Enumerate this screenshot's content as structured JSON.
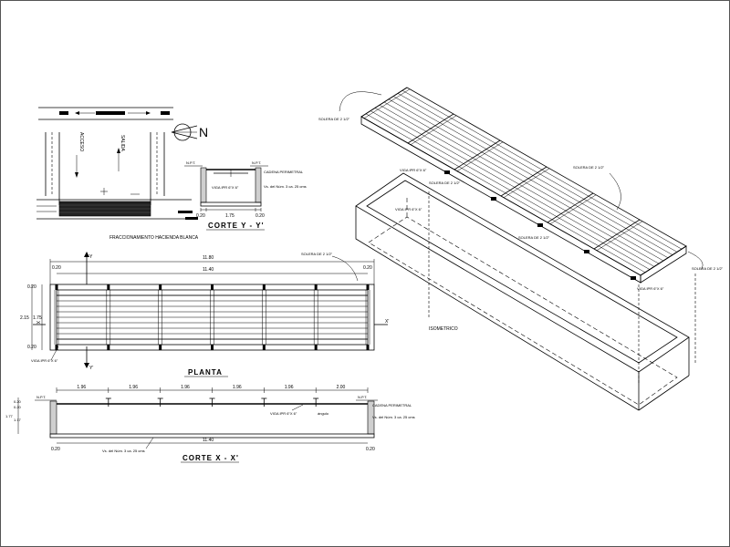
{
  "location": {
    "label_in": "ACCESO",
    "label_out": "SALIDA",
    "caption": "FRACCIONAMIENTO HACIENDA BLANCA",
    "north": "N"
  },
  "section_yy": {
    "title": "CORTE  Y - Y'",
    "npt_left": "N.P.T.",
    "npt_right": "N.P.T.",
    "beam_label": "CADENA PERIMETRAL",
    "viga_label": "VIGA IPR 6\"X 6\"",
    "base_label": "Vs. del Núm. 3 ca. 25 cms",
    "dims": [
      "0.20",
      "1.75",
      "0.20"
    ]
  },
  "plan": {
    "title": "PLANTA",
    "dim_total": "11.80",
    "dim_inner": "11.40",
    "dim_left_top": "0.20",
    "dim_right_top": "0.20",
    "dim_side_a": "0.20",
    "dim_side_b": "2.15",
    "dim_side_c": "1.75",
    "dim_side_d": "0.20",
    "solera_label": "SOLERA DE 2 1/2\"",
    "viga_label": "VIGA IPR 6\"X 6\"",
    "cut_x": "X",
    "cut_y": "Y'"
  },
  "section_xx": {
    "title": "CORTE  X - X'",
    "spans": [
      "1.96",
      "1.96",
      "1.96",
      "1.96",
      "1.96",
      "2.00"
    ],
    "npt_left": "N.P.T.",
    "npt_right": "N.P.T.",
    "beam_label": "CADENA PERIMETRAL",
    "viga_label": "VIGA IPR 6\"X 6\"",
    "anchor_label": "ángulo",
    "base_label_right": "Vs. del Núm. 3 ca. 25 cms",
    "base_label_left": "Vs. del Núm. 3 ca. 25 cms",
    "dims_left": [
      "0.20",
      "0.20",
      "1.17",
      "1.77"
    ],
    "dim_bottom": "11.40",
    "dim_bottom_left": "0.20",
    "dim_bottom_right": "0.20"
  },
  "isometric": {
    "title": "ISOMETRICO",
    "labels": [
      "SOLERA DE 2 1/2\"",
      "VIGA IPR 6\"X 6\"",
      "SOLERA DE 2 1/2\"",
      "VIGA IPR 6\"X 6\"",
      "SOLERA DE 2 1/2\"",
      "SOLERA DE 2 1/2\"",
      "SOLERA DE 2 1/2\"",
      "VIGA IPR 6\"X 6\""
    ]
  }
}
